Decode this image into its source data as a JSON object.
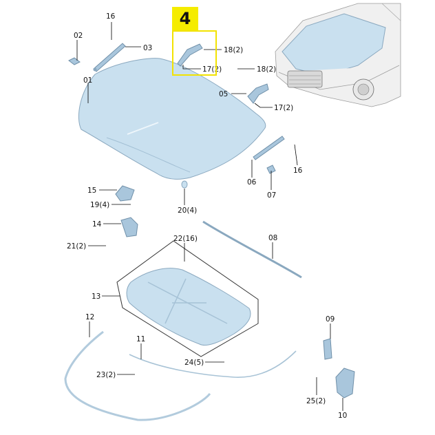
{
  "callout": {
    "number": "4"
  },
  "labels": {
    "l16a": "16",
    "l02": "02",
    "l03": "03",
    "l01": "01",
    "l18a": "18(2)",
    "l17a": "17(2)",
    "l18b": "18(2)",
    "l05": "05",
    "l17b": "17(2)",
    "l06": "06",
    "l07": "07",
    "l16b": "16",
    "l15": "15",
    "l194": "19(4)",
    "l204": "20(4)",
    "l14": "14",
    "l212": "21(2)",
    "l2216": "22(16)",
    "l08": "08",
    "l13": "13",
    "l12": "12",
    "l11": "11",
    "l09": "09",
    "l245": "24(5)",
    "l232": "23(2)",
    "l252": "25(2)",
    "l10": "10"
  },
  "colors": {
    "part": "#c9e0ef",
    "highlight": "#f5ec00"
  }
}
